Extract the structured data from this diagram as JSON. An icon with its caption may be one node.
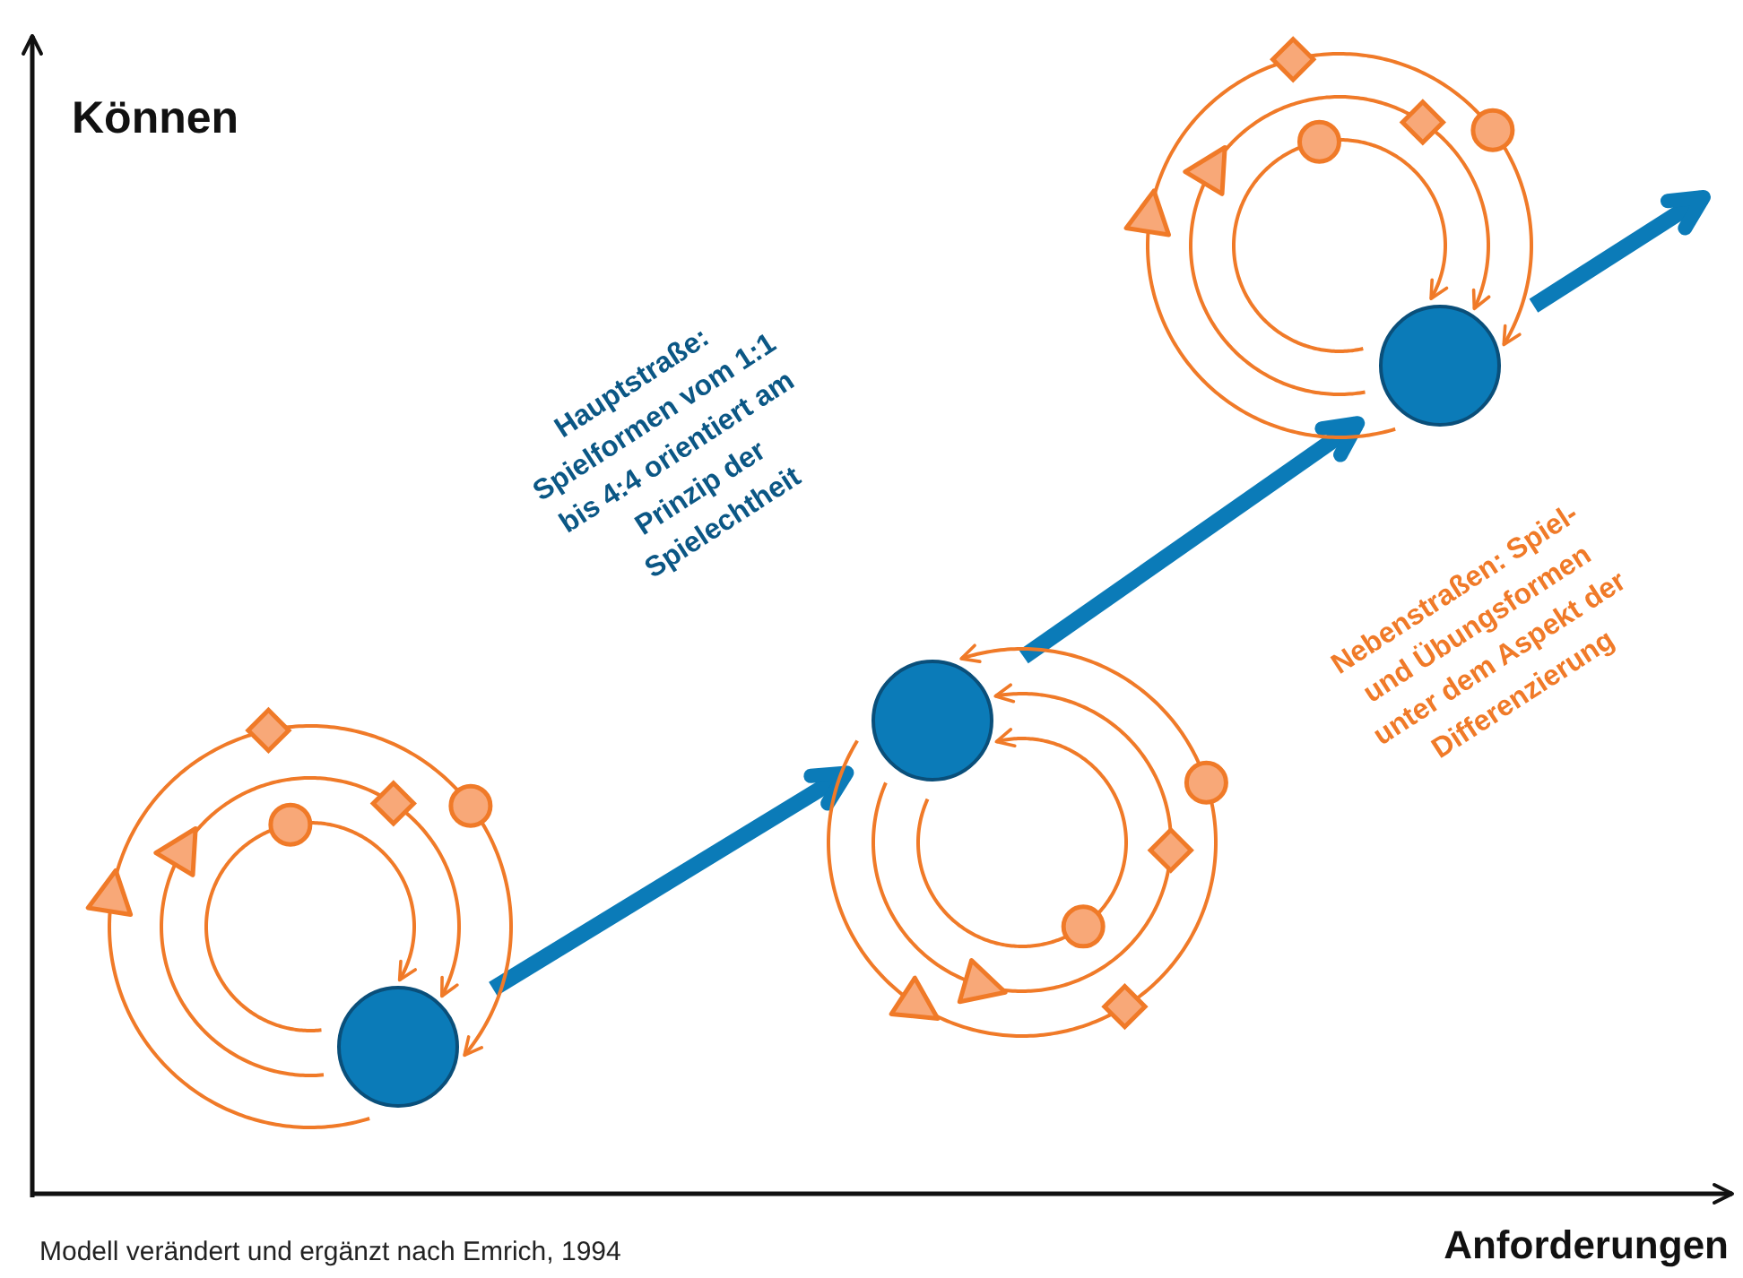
{
  "diagram": {
    "caption": "Modell verändert und ergänzt nach Emrich, 1994",
    "nodes": [
      {
        "text": [],
        "shape": "circle"
      },
      {
        "text": [],
        "shape": "circle"
      },
      {
        "text": [],
        "shape": "circle"
      }
    ],
    "edges": [
      {
        "from": 0,
        "to": 1,
        "arrow": "to",
        "style": "thick",
        "color": "#0b7bb8"
      },
      {
        "from": 1,
        "to": 2,
        "arrow": "to",
        "style": "thick",
        "color": "#0b7bb8"
      },
      {
        "from": 2,
        "to": null,
        "arrow": "to",
        "style": "thick",
        "color": "#0b7bb8"
      },
      {
        "from": 0,
        "to": 0,
        "arrow": "to"
      },
      {
        "from": 0,
        "to": 0,
        "arrow": "to"
      },
      {
        "from": 0,
        "to": 0,
        "arrow": "to"
      },
      {
        "from": 1,
        "to": 1,
        "arrow": "to"
      },
      {
        "from": 1,
        "to": 1,
        "arrow": "to"
      },
      {
        "from": 1,
        "to": 1,
        "arrow": "to"
      },
      {
        "from": 2,
        "to": 2,
        "arrow": "to"
      },
      {
        "from": 2,
        "to": 2,
        "arrow": "to"
      },
      {
        "from": 2,
        "to": 2,
        "arrow": "to"
      }
    ],
    "labels": [
      "Können",
      "Hauptstraße: Spielformen vom 1:1 bis 4:4 orientiert am Prinzip der Spielechtheit",
      "Nebenstraßen: Spiel- und Übungsformen unter dem Aspekt der Differenzierung",
      "Anforderungen"
    ]
  }
}
